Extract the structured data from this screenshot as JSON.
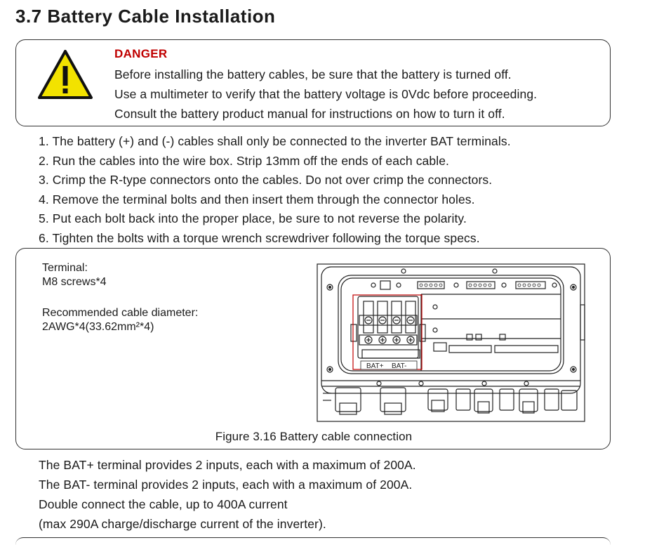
{
  "title": "3.7 Battery Cable Installation",
  "danger": {
    "label": "DANGER",
    "lines": [
      "Before installing the battery cables, be sure that the battery is turned off.",
      "Use a multimeter to verify that the battery voltage is 0Vdc before proceeding.",
      "Consult the battery product manual for instructions on how to turn it off."
    ],
    "icon": "warning-triangle-icon",
    "icon_fill": "#f2e200"
  },
  "steps": [
    "1. The battery (+) and (-) cables shall only be connected to the inverter BAT terminals.",
    "2. Run the cables into the wire box. Strip 13mm off the ends of each cable.",
    "3. Crimp the R-type connectors onto the cables. Do not over crimp the connectors.",
    "4. Remove the terminal bolts and then insert them through the connector holes.",
    "5. Put each bolt back into the proper place, be sure to not reverse the polarity.",
    "6. Tighten the bolts with a torque wrench screwdriver following the torque specs."
  ],
  "figure": {
    "terminal_label": "Terminal:",
    "terminal_value": "M8 screws*4",
    "cable_label": "Recommended cable diameter:",
    "cable_value": "2AWG*4(33.62mm²*4)",
    "bat_plus": "BAT+",
    "bat_minus": "BAT-",
    "caption": "Figure 3.16 Battery cable connection",
    "highlight_color": "#c00000"
  },
  "notes": [
    "The BAT+ terminal provides 2 inputs, each with a maximum of 200A.",
    "The BAT- terminal provides 2 inputs, each with a maximum of 200A.",
    "Double connect the cable, up to 400A current",
    "(max 290A charge/discharge current of the inverter)."
  ]
}
